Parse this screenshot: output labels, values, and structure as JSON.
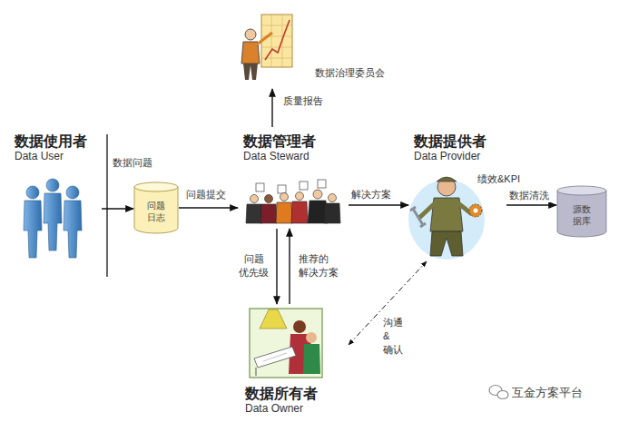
{
  "diagram": {
    "nodes": [
      {
        "text": [
          "数据治理委员会"
        ]
      },
      {
        "text": [
          "数据使用者",
          "Data User"
        ]
      },
      {
        "text": [
          "问题 日志"
        ]
      },
      {
        "text": [
          "数据管理者",
          "Data Steward"
        ]
      },
      {
        "text": [
          "数据提供者",
          "Data Provider"
        ]
      },
      {
        "text": [
          "源数 据库"
        ]
      },
      {
        "text": [
          "数据所有者",
          "Data Owner"
        ]
      }
    ],
    "edges": [
      {
        "from": 1,
        "to": 2,
        "label": "数据问题",
        "arrow": "to"
      },
      {
        "from": 2,
        "to": 3,
        "label": "问题提交",
        "arrow": "to"
      },
      {
        "from": 3,
        "to": 0,
        "label": "质量报告",
        "arrow": "to"
      },
      {
        "from": 3,
        "to": 4,
        "label": "解决方案",
        "arrow": "to"
      },
      {
        "from": 4,
        "to": 5,
        "label": "数据清洗",
        "arrow": "to"
      },
      {
        "from": 3,
        "to": 6,
        "label": "问题 优先级",
        "arrow": "to"
      },
      {
        "from": 6,
        "to": 3,
        "label": "推荐的 解决方案",
        "arrow": "to"
      },
      {
        "from": 6,
        "to": 4,
        "label": "沟通&确认",
        "arrow": "both"
      }
    ],
    "labels": [
      "绩效&KPI",
      "互金方案平台"
    ]
  }
}
